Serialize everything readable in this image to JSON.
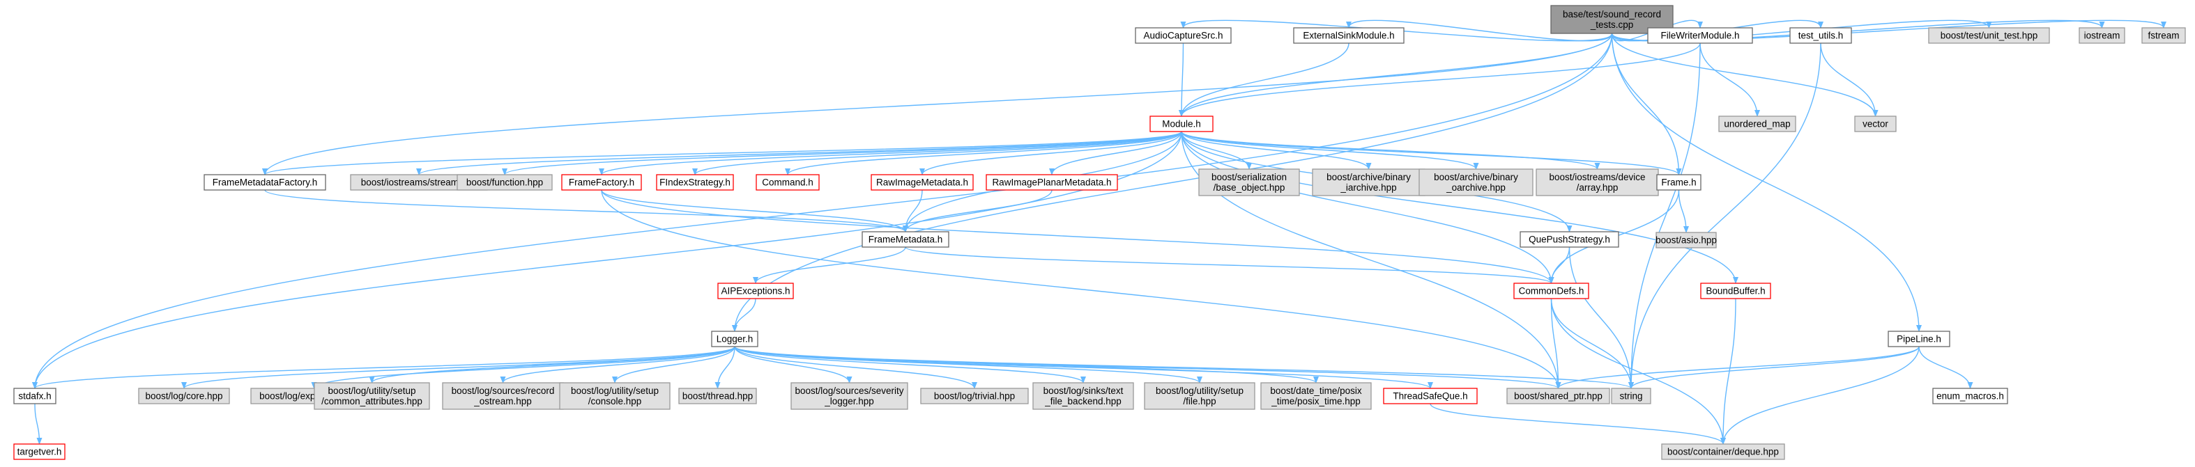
{
  "colors": {
    "edge": "#63b8ff",
    "root_fill": "#999999",
    "root_border": "#666666",
    "link_fill": "#ffffff",
    "link_border": "#666666",
    "sys_fill": "#e0e0e0",
    "sys_border": "#999999",
    "trunc_border": "#ff0000"
  },
  "nodes": [
    {
      "id": "root",
      "lines": [
        "base/test/sound_record",
        "_tests.cpp"
      ],
      "kind": "root"
    },
    {
      "id": "audio",
      "lines": [
        "AudioCaptureSrc.h"
      ],
      "kind": "link"
    },
    {
      "id": "extsink",
      "lines": [
        "ExternalSinkModule.h"
      ],
      "kind": "link"
    },
    {
      "id": "filewriter",
      "lines": [
        "FileWriterModule.h"
      ],
      "kind": "link"
    },
    {
      "id": "testutils",
      "lines": [
        "test_utils.h"
      ],
      "kind": "link"
    },
    {
      "id": "unittest",
      "lines": [
        "boost/test/unit_test.hpp"
      ],
      "kind": "sys"
    },
    {
      "id": "iostream",
      "lines": [
        "iostream"
      ],
      "kind": "sys"
    },
    {
      "id": "fstream",
      "lines": [
        "fstream"
      ],
      "kind": "sys"
    },
    {
      "id": "unordered",
      "lines": [
        "unordered_map"
      ],
      "kind": "sys"
    },
    {
      "id": "vector",
      "lines": [
        "vector"
      ],
      "kind": "sys"
    },
    {
      "id": "module",
      "lines": [
        "Module.h"
      ],
      "kind": "trunc"
    },
    {
      "id": "fmfactory",
      "lines": [
        "FrameMetadataFactory.h"
      ],
      "kind": "link"
    },
    {
      "id": "iostreams_stream",
      "lines": [
        "boost/iostreams/stream.hpp"
      ],
      "kind": "sys"
    },
    {
      "id": "function",
      "lines": [
        "boost/function.hpp"
      ],
      "kind": "sys"
    },
    {
      "id": "framefactory",
      "lines": [
        "FrameFactory.h"
      ],
      "kind": "trunc"
    },
    {
      "id": "findex",
      "lines": [
        "FIndexStrategy.h"
      ],
      "kind": "trunc"
    },
    {
      "id": "command",
      "lines": [
        "Command.h"
      ],
      "kind": "trunc"
    },
    {
      "id": "rawimg",
      "lines": [
        "RawImageMetadata.h"
      ],
      "kind": "trunc"
    },
    {
      "id": "rawplanar",
      "lines": [
        "RawImagePlanarMetadata.h"
      ],
      "kind": "trunc"
    },
    {
      "id": "serialization",
      "lines": [
        "boost/serialization",
        "/base_object.hpp"
      ],
      "kind": "sys"
    },
    {
      "id": "biniarchive",
      "lines": [
        "boost/archive/binary",
        "_iarchive.hpp"
      ],
      "kind": "sys"
    },
    {
      "id": "binoarchive",
      "lines": [
        "boost/archive/binary",
        "_oarchive.hpp"
      ],
      "kind": "sys"
    },
    {
      "id": "devarray",
      "lines": [
        "boost/iostreams/device",
        "/array.hpp"
      ],
      "kind": "sys"
    },
    {
      "id": "frame",
      "lines": [
        "Frame.h"
      ],
      "kind": "link"
    },
    {
      "id": "asio",
      "lines": [
        "boost/asio.hpp"
      ],
      "kind": "sys"
    },
    {
      "id": "framemeta",
      "lines": [
        "FrameMetadata.h"
      ],
      "kind": "link"
    },
    {
      "id": "quepush",
      "lines": [
        "QuePushStrategy.h"
      ],
      "kind": "link"
    },
    {
      "id": "aipex",
      "lines": [
        "AIPExceptions.h"
      ],
      "kind": "trunc"
    },
    {
      "id": "commondefs",
      "lines": [
        "CommonDefs.h"
      ],
      "kind": "trunc"
    },
    {
      "id": "boundbuffer",
      "lines": [
        "BoundBuffer.h"
      ],
      "kind": "trunc"
    },
    {
      "id": "pipeline",
      "lines": [
        "PipeLine.h"
      ],
      "kind": "link"
    },
    {
      "id": "logger",
      "lines": [
        "Logger.h"
      ],
      "kind": "link"
    },
    {
      "id": "stdafx",
      "lines": [
        "stdafx.h"
      ],
      "kind": "link"
    },
    {
      "id": "targetver",
      "lines": [
        "targetver.h"
      ],
      "kind": "trunc"
    },
    {
      "id": "logcore",
      "lines": [
        "boost/log/core.hpp"
      ],
      "kind": "sys"
    },
    {
      "id": "logexpr",
      "lines": [
        "boost/log/expressions.hpp"
      ],
      "kind": "sys"
    },
    {
      "id": "commonattr",
      "lines": [
        "boost/log/utility/setup",
        "/common_attributes.hpp"
      ],
      "kind": "sys"
    },
    {
      "id": "recordostream",
      "lines": [
        "boost/log/sources/record",
        "_ostream.hpp"
      ],
      "kind": "sys"
    },
    {
      "id": "console",
      "lines": [
        "boost/log/utility/setup",
        "/console.hpp"
      ],
      "kind": "sys"
    },
    {
      "id": "thread",
      "lines": [
        "boost/thread.hpp"
      ],
      "kind": "sys"
    },
    {
      "id": "severity",
      "lines": [
        "boost/log/sources/severity",
        "_logger.hpp"
      ],
      "kind": "sys"
    },
    {
      "id": "trivial",
      "lines": [
        "boost/log/trivial.hpp"
      ],
      "kind": "sys"
    },
    {
      "id": "textfile",
      "lines": [
        "boost/log/sinks/text",
        "_file_backend.hpp"
      ],
      "kind": "sys"
    },
    {
      "id": "setupfile",
      "lines": [
        "boost/log/utility/setup",
        "/file.hpp"
      ],
      "kind": "sys"
    },
    {
      "id": "posixtime",
      "lines": [
        "boost/date_time/posix",
        "_time/posix_time.hpp"
      ],
      "kind": "sys"
    },
    {
      "id": "threadsafeque",
      "lines": [
        "ThreadSafeQue.h"
      ],
      "kind": "trunc"
    },
    {
      "id": "sharedptr",
      "lines": [
        "boost/shared_ptr.hpp"
      ],
      "kind": "sys"
    },
    {
      "id": "string",
      "lines": [
        "string"
      ],
      "kind": "sys"
    },
    {
      "id": "enummacros",
      "lines": [
        "enum_macros.h"
      ],
      "kind": "link"
    },
    {
      "id": "deque",
      "lines": [
        "boost/container/deque.hpp"
      ],
      "kind": "sys"
    }
  ],
  "edges": [
    [
      "root",
      "audio"
    ],
    [
      "root",
      "extsink"
    ],
    [
      "root",
      "filewriter"
    ],
    [
      "root",
      "testutils"
    ],
    [
      "root",
      "unittest"
    ],
    [
      "root",
      "iostream"
    ],
    [
      "root",
      "fstream"
    ],
    [
      "root",
      "vector"
    ],
    [
      "root",
      "module"
    ],
    [
      "root",
      "fmfactory"
    ],
    [
      "root",
      "frame"
    ],
    [
      "root",
      "pipeline"
    ],
    [
      "root",
      "stdafx"
    ],
    [
      "root",
      "logger"
    ],
    [
      "audio",
      "module"
    ],
    [
      "extsink",
      "module"
    ],
    [
      "filewriter",
      "module"
    ],
    [
      "filewriter",
      "unordered"
    ],
    [
      "filewriter",
      "string"
    ],
    [
      "testutils",
      "vector"
    ],
    [
      "testutils",
      "string"
    ],
    [
      "module",
      "stdafx"
    ],
    [
      "module",
      "fmfactory"
    ],
    [
      "module",
      "iostreams_stream"
    ],
    [
      "module",
      "function"
    ],
    [
      "module",
      "framefactory"
    ],
    [
      "module",
      "findex"
    ],
    [
      "module",
      "command"
    ],
    [
      "module",
      "rawimg"
    ],
    [
      "module",
      "rawplanar"
    ],
    [
      "module",
      "serialization"
    ],
    [
      "module",
      "biniarchive"
    ],
    [
      "module",
      "binoarchive"
    ],
    [
      "module",
      "devarray"
    ],
    [
      "module",
      "frame"
    ],
    [
      "module",
      "framemeta"
    ],
    [
      "module",
      "quepush"
    ],
    [
      "module",
      "commondefs"
    ],
    [
      "module",
      "boundbuffer"
    ],
    [
      "module",
      "sharedptr"
    ],
    [
      "fmfactory",
      "framemeta"
    ],
    [
      "framefactory",
      "framemeta"
    ],
    [
      "framefactory",
      "commondefs"
    ],
    [
      "framefactory",
      "sharedptr"
    ],
    [
      "rawimg",
      "framemeta"
    ],
    [
      "rawplanar",
      "framemeta"
    ],
    [
      "frame",
      "asio"
    ],
    [
      "frame",
      "commondefs"
    ],
    [
      "framemeta",
      "aipex"
    ],
    [
      "framemeta",
      "commondefs"
    ],
    [
      "quepush",
      "commondefs"
    ],
    [
      "quepush",
      "string"
    ],
    [
      "aipex",
      "logger"
    ],
    [
      "commondefs",
      "sharedptr"
    ],
    [
      "commondefs",
      "string"
    ],
    [
      "commondefs",
      "deque"
    ],
    [
      "boundbuffer",
      "deque"
    ],
    [
      "pipeline",
      "sharedptr"
    ],
    [
      "pipeline",
      "string"
    ],
    [
      "pipeline",
      "enummacros"
    ],
    [
      "pipeline",
      "deque"
    ],
    [
      "logger",
      "stdafx"
    ],
    [
      "logger",
      "logcore"
    ],
    [
      "logger",
      "logexpr"
    ],
    [
      "logger",
      "commonattr"
    ],
    [
      "logger",
      "recordostream"
    ],
    [
      "logger",
      "console"
    ],
    [
      "logger",
      "thread"
    ],
    [
      "logger",
      "severity"
    ],
    [
      "logger",
      "trivial"
    ],
    [
      "logger",
      "textfile"
    ],
    [
      "logger",
      "setupfile"
    ],
    [
      "logger",
      "posixtime"
    ],
    [
      "logger",
      "threadsafeque"
    ],
    [
      "logger",
      "sharedptr"
    ],
    [
      "logger",
      "string"
    ],
    [
      "stdafx",
      "targetver"
    ],
    [
      "threadsafeque",
      "deque"
    ]
  ]
}
